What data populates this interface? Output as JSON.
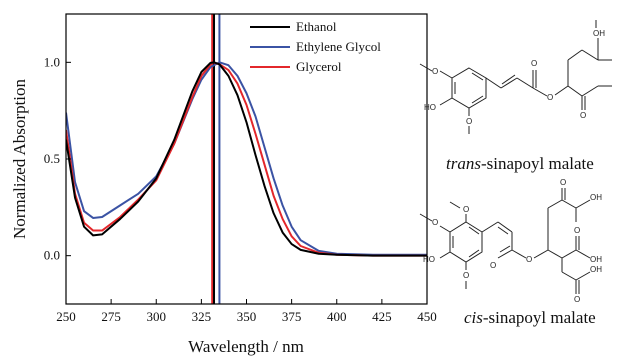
{
  "chart_data": {
    "type": "line",
    "xlabel": "Wavelength / nm",
    "ylabel": "Normalized Absorption",
    "xlim": [
      250,
      450
    ],
    "ylim": [
      -0.25,
      1.25
    ],
    "xticks": [
      "250",
      "275",
      "300",
      "325",
      "350",
      "375",
      "400",
      "425",
      "450"
    ],
    "yticks": [
      "0.0",
      "0.5",
      "1.0"
    ],
    "legend_position": "top-right",
    "colors": {
      "Ethanol": "#000000",
      "Ethylene Glycol": "#3b53a4",
      "Glycerol": "#e3272b"
    },
    "vertical_markers": [
      {
        "x": 331,
        "color": "#e3272b"
      },
      {
        "x": 332,
        "color": "#000000"
      },
      {
        "x": 335,
        "color": "#3b53a4"
      }
    ],
    "series": [
      {
        "name": "Ethanol",
        "x": [
          250,
          255,
          260,
          265,
          270,
          280,
          290,
          300,
          310,
          320,
          325,
          330,
          332,
          335,
          340,
          345,
          350,
          355,
          360,
          365,
          370,
          375,
          380,
          390,
          400,
          420,
          450
        ],
        "y": [
          0.6,
          0.3,
          0.15,
          0.105,
          0.11,
          0.19,
          0.28,
          0.4,
          0.6,
          0.85,
          0.95,
          0.997,
          1.0,
          0.99,
          0.93,
          0.83,
          0.69,
          0.52,
          0.36,
          0.22,
          0.12,
          0.06,
          0.03,
          0.01,
          0.005,
          0.0,
          0.0
        ]
      },
      {
        "name": "Ethylene Glycol",
        "x": [
          250,
          255,
          260,
          265,
          270,
          280,
          290,
          300,
          310,
          320,
          325,
          330,
          335,
          340,
          345,
          350,
          355,
          360,
          365,
          370,
          375,
          380,
          390,
          400,
          420,
          450
        ],
        "y": [
          0.74,
          0.38,
          0.23,
          0.195,
          0.2,
          0.26,
          0.32,
          0.41,
          0.58,
          0.81,
          0.91,
          0.975,
          1.0,
          0.985,
          0.93,
          0.84,
          0.72,
          0.56,
          0.4,
          0.26,
          0.15,
          0.08,
          0.025,
          0.01,
          0.005,
          0.005
        ]
      },
      {
        "name": "Glycerol",
        "x": [
          250,
          255,
          260,
          265,
          270,
          280,
          290,
          300,
          310,
          320,
          325,
          331,
          335,
          340,
          345,
          350,
          355,
          360,
          365,
          370,
          375,
          380,
          390,
          400,
          420,
          450
        ],
        "y": [
          0.65,
          0.32,
          0.17,
          0.13,
          0.13,
          0.2,
          0.29,
          0.39,
          0.58,
          0.82,
          0.93,
          1.0,
          0.99,
          0.96,
          0.89,
          0.78,
          0.63,
          0.47,
          0.31,
          0.19,
          0.1,
          0.05,
          0.015,
          0.005,
          0.0,
          0.0
        ]
      }
    ]
  },
  "structures": {
    "trans": {
      "prefix": "trans",
      "suffix": "-sinapoyl malate"
    },
    "cis": {
      "prefix": "cis",
      "suffix": "-sinapoyl malate"
    },
    "atoms": {
      "O": "O",
      "HO": "HO",
      "OH": "OH"
    }
  }
}
